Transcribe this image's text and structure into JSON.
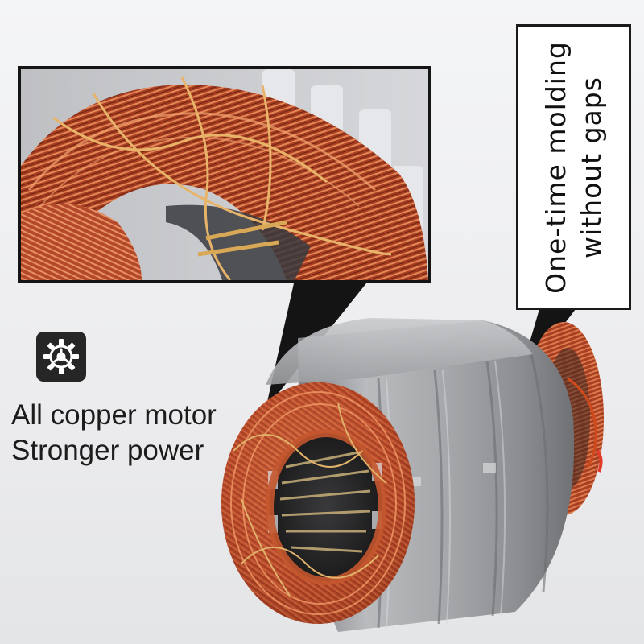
{
  "callout": {
    "line1": "One-time molding",
    "line2": "without gaps"
  },
  "feature": {
    "icon": "gear-icon",
    "line1": "All copper motor",
    "line2": "Stronger power"
  },
  "colors": {
    "copper": "#b8492a",
    "copper_light": "#e07a4c",
    "steel": "#9fa1a4",
    "badge": "#262626",
    "text": "#1c1c1c"
  }
}
